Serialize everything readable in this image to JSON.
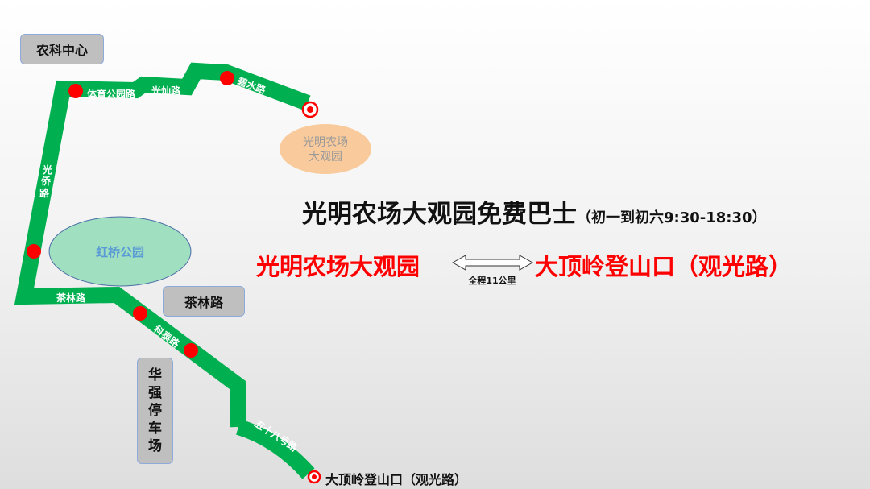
{
  "title": {
    "main": "光明农场大观园免费巴士",
    "schedule": "（初一到初六9:30-18:30）"
  },
  "route": {
    "from": "光明农场大观园",
    "to": "大顶岭登山口（观光路）",
    "distance": "全程11公里"
  },
  "places": {
    "nongke": "农科中心",
    "chalin_box": "茶林路",
    "huaqiang": [
      "华",
      "强",
      "停",
      "车",
      "场"
    ],
    "hongqiao": "虹桥公园",
    "farm_line1": "光明农场",
    "farm_line2": "大观园",
    "terminal": "大顶岭登山口（观光路）"
  },
  "roads": {
    "tiyu": "体育公园路",
    "guangcan": "光灿路",
    "bishui": "碧水路",
    "guangqiao": [
      "光",
      "侨",
      "路"
    ],
    "chalin": "茶林路",
    "ketai": "科泰路",
    "wushiba": "五十八号路"
  },
  "colors": {
    "route": "#00b050",
    "stop": "#ff0000",
    "park": "#a0dfc0",
    "farm": "#f9cb9c",
    "accent": "#ff0000"
  }
}
